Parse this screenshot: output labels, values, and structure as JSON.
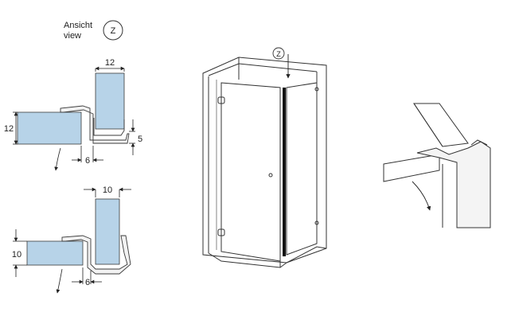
{
  "view_label": {
    "line1": "Ansicht",
    "line2": "view",
    "marker": "Z"
  },
  "top_detail": {
    "glass_width": "12",
    "panel_thickness": "12",
    "gap": "6",
    "offset": "5"
  },
  "bottom_detail": {
    "glass_width": "10",
    "panel_thickness": "10",
    "gap": "6"
  },
  "cabin": {
    "view_marker": "Z"
  },
  "colors": {
    "glass": "#b7d3e8",
    "profile": "#f2f2f2",
    "stroke": "#3a3a3a"
  }
}
